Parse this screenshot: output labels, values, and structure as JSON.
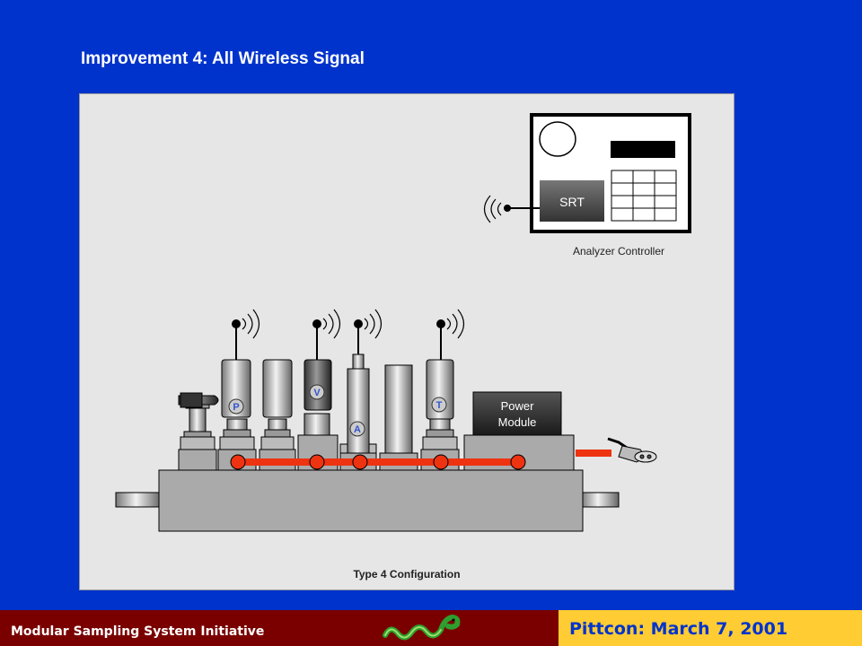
{
  "slide": {
    "title": "Improvement 4:  All Wireless Signal"
  },
  "diagram": {
    "caption": "Type 4 Configuration",
    "analyzer_controller": {
      "label": "Analyzer Controller",
      "module_label": "SRT"
    },
    "power_module": {
      "line1": "Power",
      "line2": "Module"
    },
    "component_letters": {
      "p": "P",
      "v": "V",
      "a": "A",
      "t": "T"
    },
    "colors": {
      "background": "#0033cc",
      "signal_bus": "#ee3311",
      "footer_left": "#7a0000",
      "footer_right": "#ffcc33"
    },
    "icons": [
      "wireless-signal-icon",
      "power-plug-icon",
      "sea-serpent-logo"
    ]
  },
  "footer": {
    "initiative": "Modular Sampling System Initiative",
    "event": "Pittcon:  March 7, 2001"
  }
}
